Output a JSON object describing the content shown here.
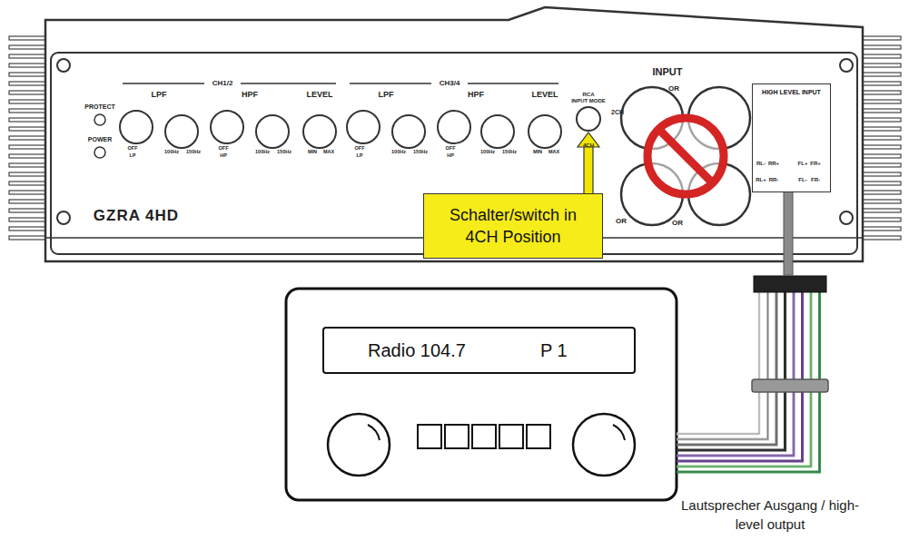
{
  "diagram": {
    "nodes": [
      {
        "text": [
          "HIGH LEVEL INPUT"
        ]
      },
      {
        "text": [
          "Schalter/switch in 4CH Position"
        ]
      },
      {
        "text": [
          "Radio 104.7",
          "P 1"
        ]
      }
    ],
    "labels": [
      "PROTECT",
      "POWER",
      "CH1/2",
      "LPF",
      "HPF",
      "LEVEL",
      "CH3/4",
      "LPF",
      "HPF",
      "LEVEL",
      "RCA",
      "INPUT MODE",
      "2CH",
      "4CH",
      "INPUT",
      "OR",
      "OR",
      "OR",
      "GZRA 4HD",
      "OFF",
      "LP",
      "100Hz",
      "150Hz",
      "OFF",
      "HP",
      "100Hz",
      "150Hz",
      "MIN",
      "MAX",
      "OFF",
      "LP",
      "100Hz",
      "150Hz",
      "OFF",
      "HP",
      "100Hz",
      "150Hz",
      "MIN",
      "MAX",
      "RL-",
      "RR+",
      "FL+",
      "FR+",
      "RL+",
      "RR-",
      "FL-",
      "FR-",
      "Lautsprecher Ausgang / high-level output"
    ]
  }
}
